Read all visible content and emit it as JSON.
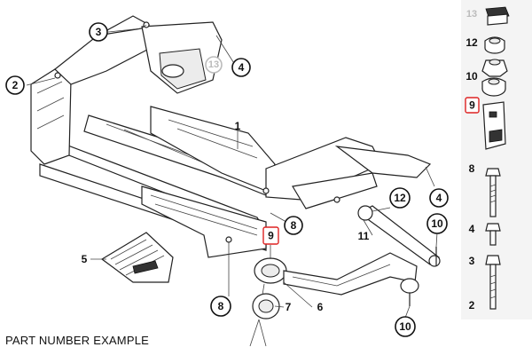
{
  "callouts": {
    "c1": "1",
    "c2": "2",
    "c3": "3",
    "c4a": "4",
    "c4b": "4",
    "c5": "5",
    "c6": "6",
    "c7": "7",
    "c8a": "8",
    "c8b": "8",
    "c9": "9",
    "c10a": "10",
    "c10b": "10",
    "c11": "11",
    "c12": "12",
    "c13": "13"
  },
  "sidebar": {
    "n13": "13",
    "n12": "12",
    "n10": "10",
    "n9": "9",
    "n8": "8",
    "n4": "4",
    "n3": "3",
    "n2": "2"
  },
  "caption": "PART NUMBER EXAMPLE",
  "colors": {
    "highlight": "#dd2222",
    "line": "#222222",
    "sidebar_bg": "#f4f4f4"
  }
}
